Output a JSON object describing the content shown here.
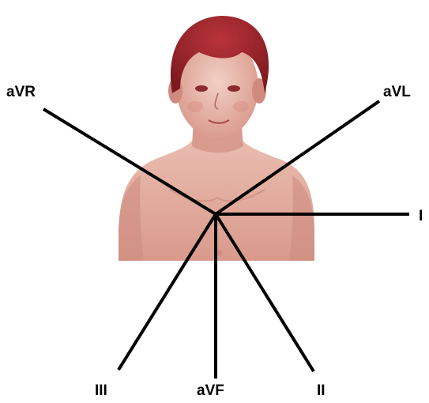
{
  "figure": {
    "illustration": "child-torso-illustration",
    "colors": {
      "skin": "#e7b6a8",
      "skin_shadow": "#c97f72",
      "hair": "#a2242a",
      "hair_dark": "#7a161c",
      "lines": "#000000"
    }
  },
  "leads": [
    {
      "id": "avr",
      "label": "aVR"
    },
    {
      "id": "avl",
      "label": "aVL"
    },
    {
      "id": "i",
      "label": "I"
    },
    {
      "id": "iii",
      "label": "III"
    },
    {
      "id": "avf",
      "label": "aVF"
    },
    {
      "id": "ii",
      "label": "II"
    }
  ]
}
